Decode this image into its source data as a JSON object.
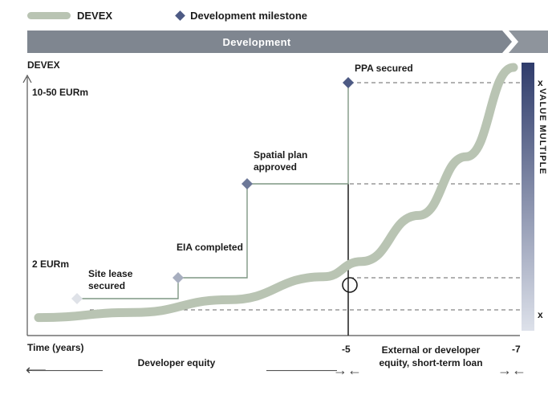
{
  "legend": {
    "devex_label": "DEVEX",
    "milestone_label": "Development milestone"
  },
  "phase_bar": {
    "label": "Development"
  },
  "chart_data": {
    "type": "line",
    "ylabel": "DEVEX",
    "xlabel": "Time (years)",
    "y_tick_labels": [
      "2 EURm",
      "10-50 EURm"
    ],
    "x_tick_labels": [
      "-5",
      "-7"
    ],
    "secondary_axis_label": "VALUE MULTIPLE",
    "secondary_axis_ticks": [
      "x",
      "x"
    ],
    "series": [
      {
        "name": "DEVEX",
        "color": "#b9c4b3",
        "description_points": [
          {
            "t": 0.0,
            "v": 0.02
          },
          {
            "t": 0.2,
            "v": 0.04
          },
          {
            "t": 0.4,
            "v": 0.09
          },
          {
            "t": 0.6,
            "v": 0.18
          },
          {
            "t": 0.68,
            "v": 0.24
          },
          {
            "t": 0.8,
            "v": 0.42
          },
          {
            "t": 0.9,
            "v": 0.65
          },
          {
            "t": 1.0,
            "v": 1.0
          }
        ]
      }
    ],
    "milestones": [
      {
        "label": "Site lease secured",
        "color": "#dfe2e8"
      },
      {
        "label": "EIA completed",
        "color": "#a7aebf"
      },
      {
        "label": "Spatial plan approved",
        "color": "#6d7898"
      },
      {
        "label": "PPA secured",
        "color": "#4d5a84"
      }
    ]
  },
  "bottom": {
    "developer_equity": "Developer equity",
    "external_funding": "External or developer equity, short-term loan"
  },
  "colors": {
    "phase_bar": "#7f8690",
    "curve": "#b9c4b3",
    "step_line": "#7f9784",
    "gradient_top": "#2f3c6b",
    "gradient_bottom": "#dde1ea"
  }
}
